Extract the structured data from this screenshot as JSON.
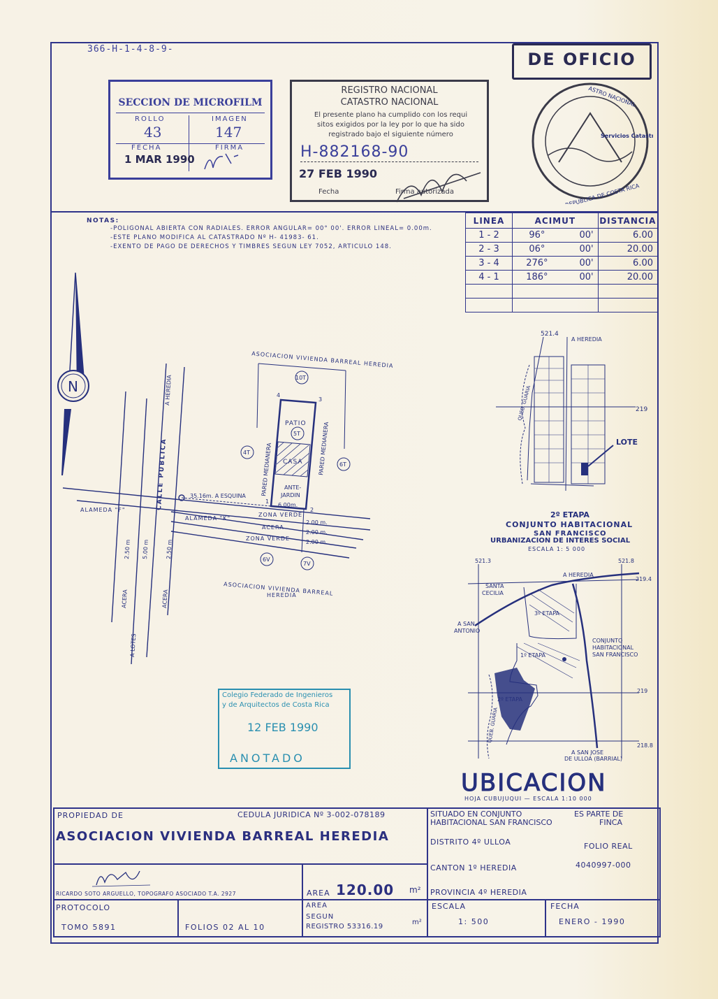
{
  "file_ref": "366-H-1-4-8-9-",
  "de_oficio": "DE OFICIO",
  "microfilm": {
    "title": "SECCION DE MICROFILM",
    "rollo_label": "ROLLO",
    "rollo": "43",
    "imagen_label": "IMAGEN",
    "imagen": "147",
    "fecha_label": "FECHA",
    "fecha": "1 MAR 1990",
    "firma_label": "FIRMA"
  },
  "registro": {
    "line1": "REGISTRO NACIONAL",
    "line2": "CATASTRO NACIONAL",
    "text1": "El presente plano ha cumplido con los requi",
    "text2": "sitos exigidos por la ley por lo que ha sido",
    "text3": "registrado bajo el siguiente número",
    "numero": "H-882168-90",
    "fecha": "27 FEB 1990",
    "fecha_label": "Fecha",
    "firma_label": "Firma autorizada"
  },
  "seal": {
    "top": "ASTRO NACIONAL",
    "bottom": "REPUBLICA DE COSTA RICA",
    "right": "Servicios Catastrales"
  },
  "notas": {
    "title": "NOTAS:",
    "items": [
      "-POLIGONAL ABIERTA CON RADIALES. ERROR ANGULAR= 00° 00'. ERROR LINEAL= 0.00m.",
      "-ESTE PLANO MODIFICA AL CATASTRADO Nº H- 41983- 61.",
      "-EXENTO DE PAGO DE DERECHOS Y TIMBRES SEGUN LEY 7052, ARTICULO 148."
    ]
  },
  "survey_table": {
    "headers": [
      "LINEA",
      "ACIMUT",
      "DISTANCIA"
    ],
    "rows": [
      {
        "linea": "1 - 2",
        "grados": "96°",
        "minutos": "00'",
        "distancia": "6.00"
      },
      {
        "linea": "2 - 3",
        "grados": "06°",
        "minutos": "00'",
        "distancia": "20.00"
      },
      {
        "linea": "3 - 4",
        "grados": "276°",
        "minutos": "00'",
        "distancia": "6.00"
      },
      {
        "linea": "4 - 1",
        "grados": "186°",
        "minutos": "00'",
        "distancia": "20.00"
      }
    ]
  },
  "plan": {
    "north": "N",
    "asociacion_top": "ASOCIACION VIVIENDA BARREAL HEREDIA",
    "patio": "PATIO",
    "casa": "CASA",
    "antejardin1": "ANTE-",
    "antejardin2": "JARDIN",
    "pared_izq": "PARED MEDIANERA",
    "pared_der": "PARED MEDIANERA",
    "esquina": "35.16m. A ESQUINA",
    "lado": "6.00m.",
    "zona_verde": "ZONA VERDE",
    "acera": "ACERA",
    "alameda_k": "ALAMEDA \"K\"",
    "alameda_f": "ALAMEDA \"F\"",
    "calle": "CALLE PUBLICA",
    "a_heredia": "A HEREDIA",
    "a_lotes": "A LOTES",
    "dim_200": "2.00 m.",
    "dim_250": "2.50 m",
    "dim_500": "5.00 m",
    "asociacion_bottom1": "ASOCIACION VIVIENDA BARREAL",
    "asociacion_bottom2": "HEREDIA",
    "markers": [
      "10T",
      "5T",
      "4T",
      "6T",
      "6V",
      "7V"
    ],
    "points": [
      "1",
      "2",
      "3",
      "4"
    ]
  },
  "map_etapa": {
    "top_coord": "521.4",
    "a_heredia": "A HEREDIA",
    "coord_219": "219",
    "queb": "QUEB. GUARIA",
    "lote": "LOTE",
    "title1": "2º ETAPA",
    "title2": "CONJUNTO HABITACIONAL",
    "title3": "SAN FRANCISCO",
    "title4": "URBANIZACION DE INTERES SOCIAL",
    "escala": "ESCALA 1: 5 000"
  },
  "map_ubicacion": {
    "c1": "521.3",
    "c2": "521.8",
    "c3": "219.4",
    "c4": "219",
    "c5": "218.8",
    "a_heredia": "A HEREDIA",
    "santa_cecilia1": "SANTA",
    "santa_cecilia2": "CECILIA",
    "a_san_antonio1": "A SAN",
    "a_san_antonio2": "ANTONIO",
    "etapa3": "3º ETAPA",
    "etapa1": "1º ETAPA",
    "etapa2": "2º ETAPA",
    "conjunto1": "CONJUNTO",
    "conjunto2": "HABITACIONAL",
    "conjunto3": "SAN FRANCISCO",
    "queb": "QUEB. GUARIA",
    "a_san_jose1": "A SAN JOSE",
    "a_san_jose2": "DE ULLOA (BARRIAL)",
    "title": "UBICACION",
    "hoja": "HOJA CUBUJUQUI — ESCALA 1:10 000"
  },
  "anotado": {
    "line1": "Colegio Federado de Ingenieros",
    "line2": "y de Arquitectos de Costa Rica",
    "fecha": "12 FEB 1990",
    "label": "ANOTADO"
  },
  "footer": {
    "propiedad_label": "PROPIEDAD DE",
    "cedula": "CEDULA JURIDICA Nº 3-002-078189",
    "propietario": "ASOCIACION VIVIENDA BARREAL HEREDIA",
    "topografo": "RICARDO SOTO ARGUELLO, TOPOGRAFO ASOCIADO T.A. 2927",
    "area_label": "AREA",
    "area": "120.00",
    "area_unit": "m²",
    "situado1": "SITUADO EN CONJUNTO",
    "situado2": "HABITACIONAL SAN FRANCISCO",
    "es_parte1": "ES PARTE DE",
    "es_parte2": "FINCA",
    "distrito": "DISTRITO 4º ULLOA",
    "folio_real_label": "FOLIO REAL",
    "canton": "CANTON 1º HEREDIA",
    "folio_real": "4040997-000",
    "provincia": "PROVINCIA 4º HEREDIA",
    "protocolo_label": "PROTOCOLO",
    "tomo": "TOMO 5891",
    "folios": "FOLIOS 02 AL 10",
    "area_segun1": "AREA",
    "area_segun2": "SEGUN",
    "area_segun3": "REGISTRO 53316.19",
    "area_segun_unit": "m²",
    "escala_label": "ESCALA",
    "escala": "1: 500",
    "fecha_label": "FECHA",
    "fecha": "ENERO - 1990"
  }
}
